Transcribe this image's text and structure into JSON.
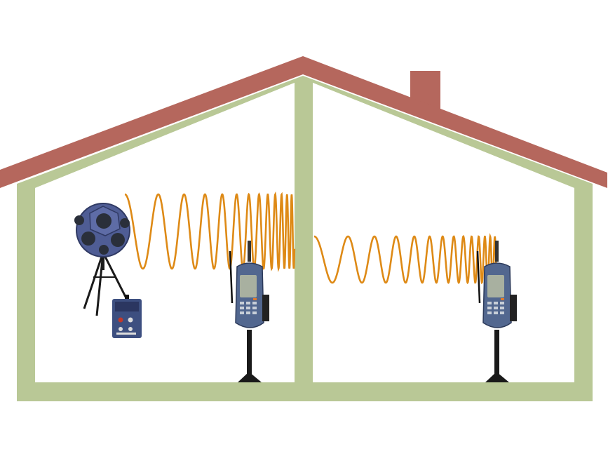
{
  "colors": {
    "roof": "#b5675d",
    "wall": "#b9c896",
    "wave": "#de8a16",
    "speaker_body": "#4f5d95",
    "speaker_driver": "#2a2f3a",
    "meter_body": "#52678f",
    "meter_screen": "#a8b0a0",
    "stand": "#1a1a1a",
    "amp_body": "#3d4f80"
  },
  "scene": {
    "rooms": [
      "source-room",
      "receiving-room"
    ],
    "equipment": [
      {
        "name": "dodecahedron-loudspeaker",
        "icon": "speaker-icon"
      },
      {
        "name": "power-amplifier",
        "icon": "amplifier-icon"
      },
      {
        "name": "sound-level-meter",
        "icon": "sound-level-meter-icon"
      }
    ]
  }
}
